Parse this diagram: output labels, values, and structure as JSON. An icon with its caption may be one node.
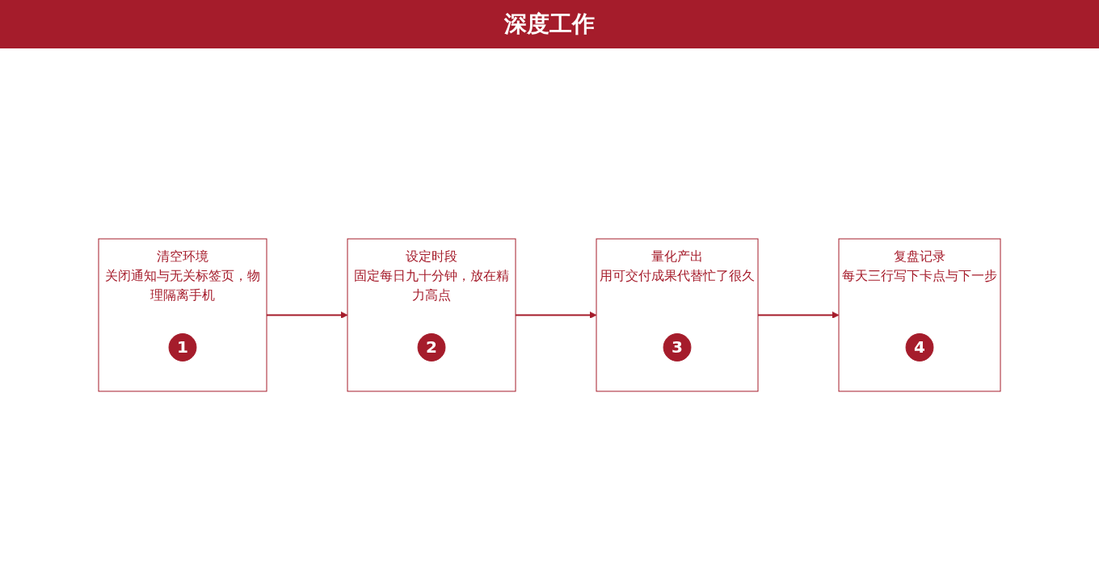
{
  "diagram": {
    "title": "深度工作",
    "nodes": [
      {
        "text": [
          "清空环境",
          "关闭通知与无关标签页，物理隔离手机"
        ]
      },
      {
        "text": [
          "1"
        ],
        "in": 0
      },
      {
        "text": [
          "设定时段",
          "固定每日九十分钟，放在精力高点"
        ]
      },
      {
        "text": [
          "2"
        ],
        "in": 2
      },
      {
        "text": [
          "量化产出",
          "用可交付成果代替忙了很久"
        ]
      },
      {
        "text": [
          "3"
        ],
        "in": 4
      },
      {
        "text": [
          "复盘记录",
          "每天三行写下卡点与下一步"
        ]
      },
      {
        "text": [
          "4"
        ],
        "in": 6
      }
    ],
    "edges": [
      {
        "from": 0,
        "to": 2,
        "arrow": "to"
      },
      {
        "from": 2,
        "to": 4,
        "arrow": "to"
      },
      {
        "from": 4,
        "to": 6,
        "arrow": "to"
      }
    ]
  }
}
